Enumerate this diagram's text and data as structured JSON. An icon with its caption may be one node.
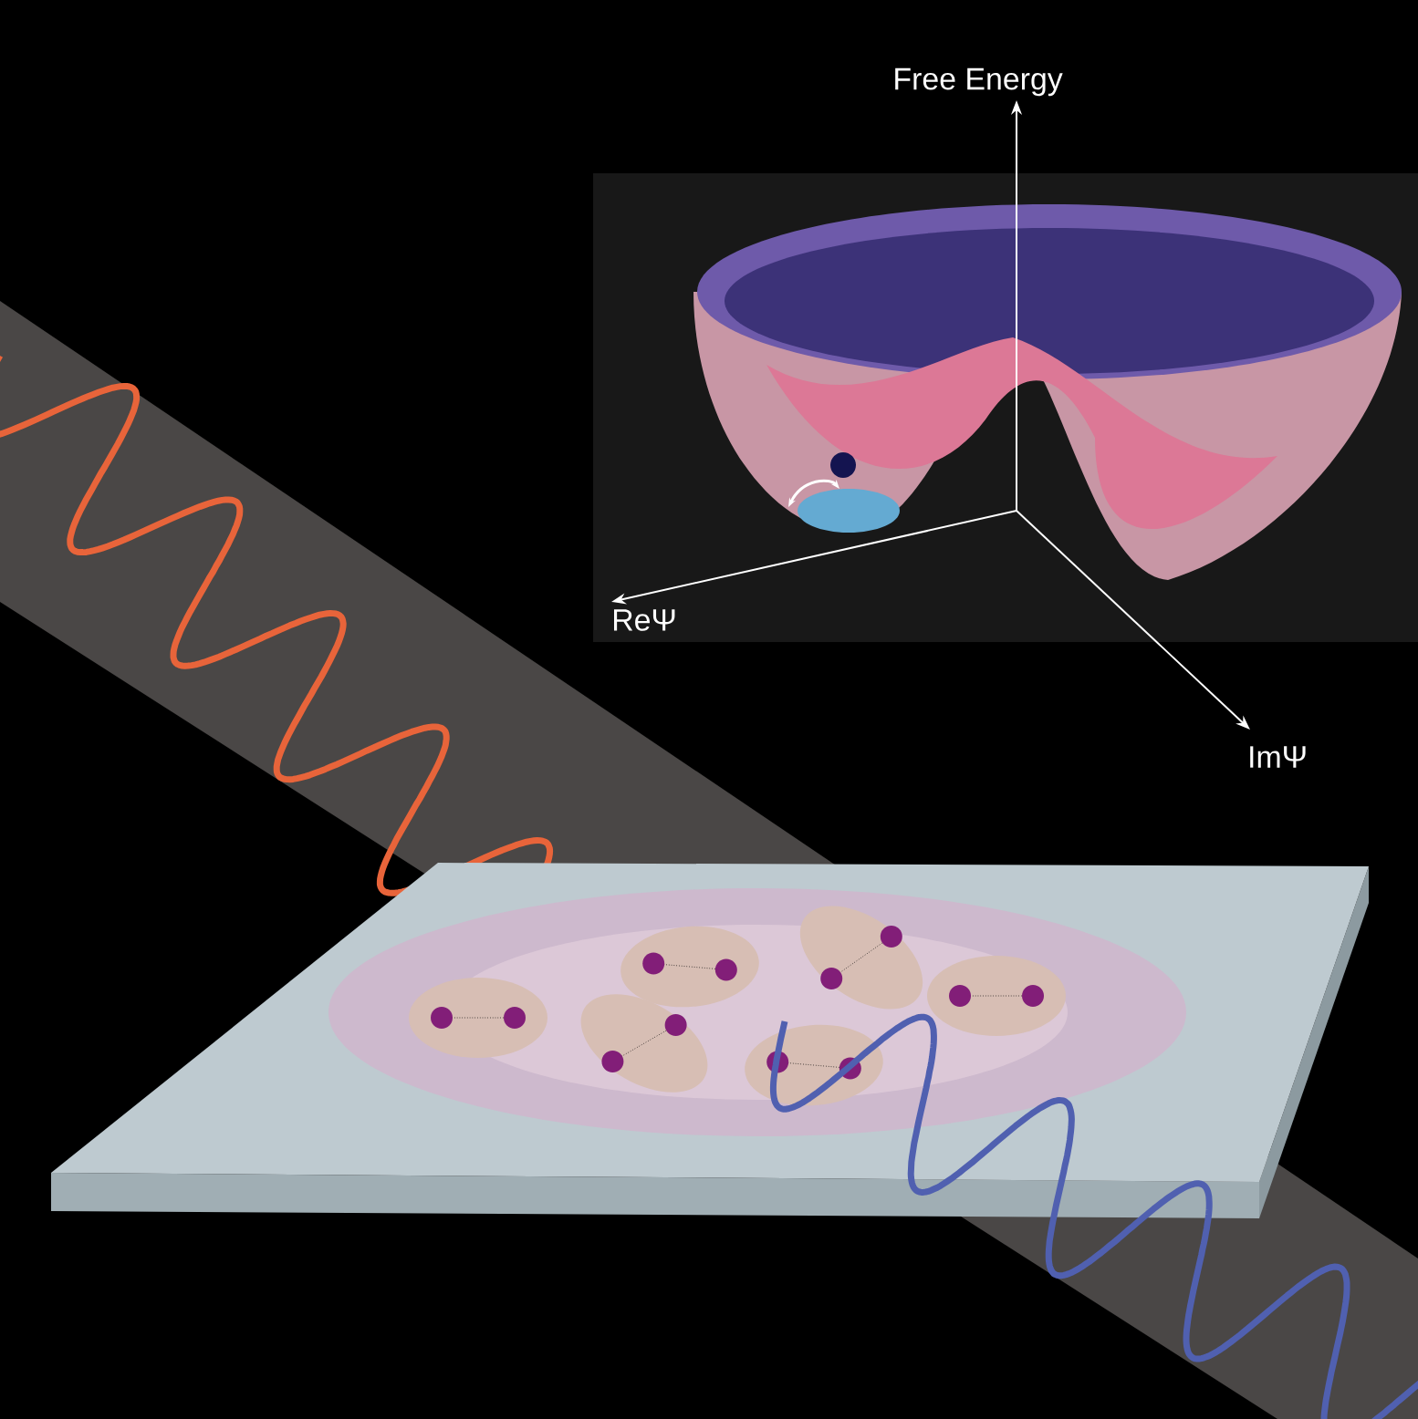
{
  "diagram": {
    "labels": [
      "Free Energy",
      "ReΨ",
      "ImΨ"
    ]
  }
}
